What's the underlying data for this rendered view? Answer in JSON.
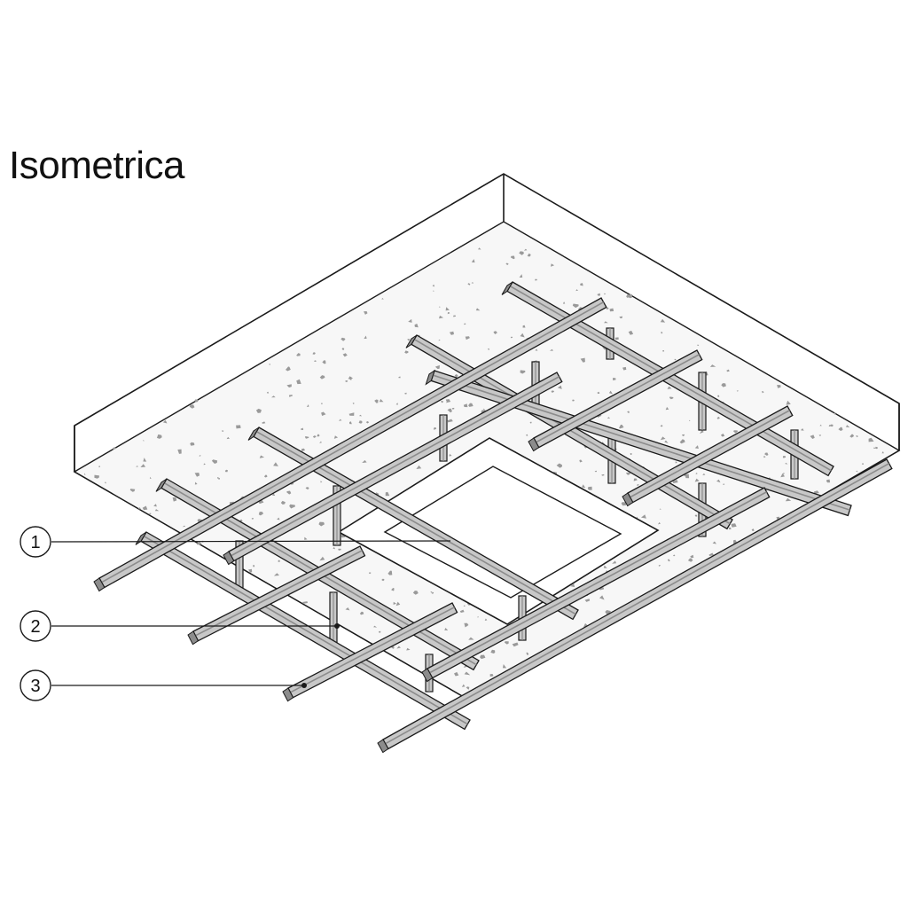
{
  "title": "Isometrica",
  "colors": {
    "line": "#1a1a1a",
    "slab_speckle": "#9a9a9a",
    "profile_fill": "#c8c8c8",
    "profile_shadow": "#8c8c8c",
    "background": "#ffffff"
  },
  "callouts": [
    {
      "label": "1"
    },
    {
      "label": "2"
    },
    {
      "label": "3"
    }
  ]
}
